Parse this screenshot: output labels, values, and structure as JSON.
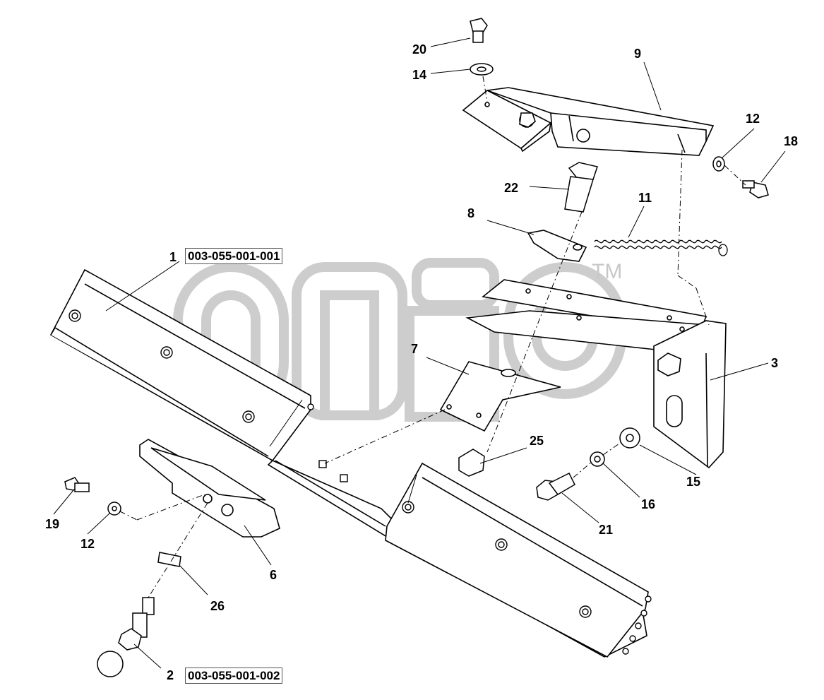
{
  "callouts": {
    "c1": "1",
    "c2": "2",
    "c3": "3",
    "c6": "6",
    "c7": "7",
    "c8": "8",
    "c9": "9",
    "c11": "11",
    "c12a": "12",
    "c12b": "12",
    "c14": "14",
    "c15": "15",
    "c16": "16",
    "c18": "18",
    "c19": "19",
    "c20": "20",
    "c21": "21",
    "c22": "22",
    "c25": "25",
    "c26": "26"
  },
  "part_numbers": {
    "p1": "003-055-001-001",
    "p2": "003-055-001-002"
  },
  "watermark": {
    "tm": "TM",
    "color": "#c8c8c8"
  },
  "colors": {
    "line": "#000000",
    "background": "#ffffff"
  }
}
